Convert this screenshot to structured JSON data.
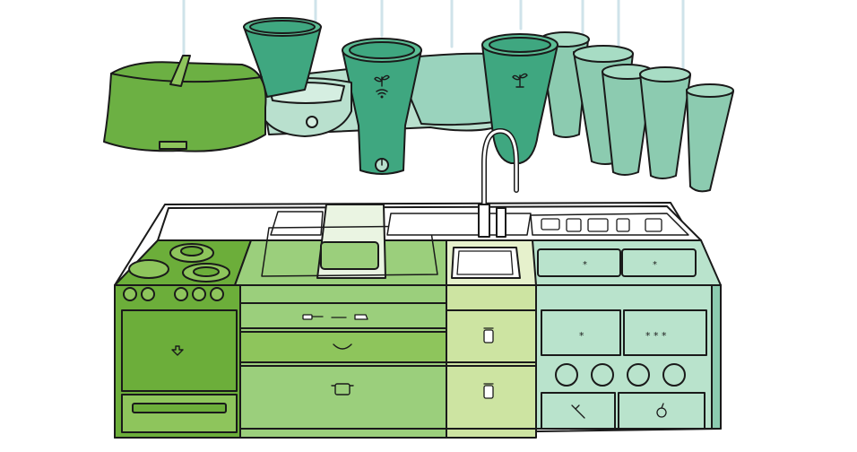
{
  "scene": {
    "type": "illustration",
    "subject": "kitchen-island-with-suspended-hoods",
    "colors": {
      "outline": "#1a1a1a",
      "cable": "#cfe3ea",
      "hood_dark_green": "#6cb043",
      "hood_teal_dark": "#3fa780",
      "hood_teal_light": "#8ccbb0",
      "hood_pale": "#b9e0ce",
      "cooktop_green": "#6cae3a",
      "prep_green": "#9bcf7c",
      "pantry_yellow_green": "#cde4a2",
      "cold_mint": "#b9e3cc",
      "sink_white": "#ffffff"
    },
    "zones": [
      {
        "id": "cooking",
        "icons": [
          "flame-down-icon"
        ]
      },
      {
        "id": "prep",
        "icons": [
          "utensils-icon",
          "bowl-icon",
          "pot-icon"
        ]
      },
      {
        "id": "pantry",
        "icons": [
          "jar-icon",
          "jar-icon"
        ]
      },
      {
        "id": "cold",
        "labels": [
          "*",
          "*",
          "* * *"
        ],
        "icons": [
          "carrot-icon",
          "apple-icon"
        ]
      }
    ],
    "hood_icons": [
      "sprout-icon",
      "wifi-icon",
      "sprout-icon"
    ]
  }
}
